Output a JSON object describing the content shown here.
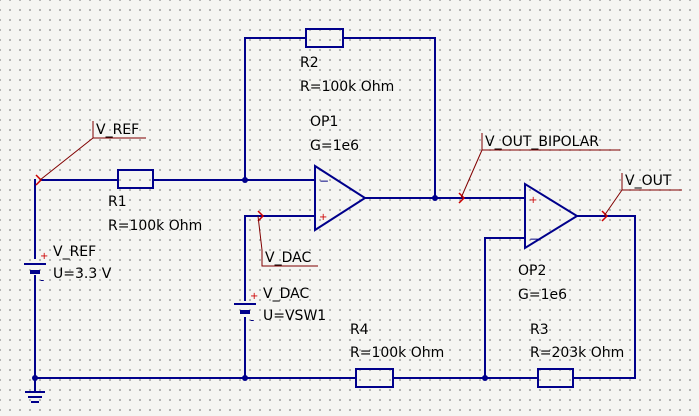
{
  "components": {
    "R1": {
      "name": "R1",
      "value": "R=100k Ohm"
    },
    "R2": {
      "name": "R2",
      "value": "R=100k Ohm"
    },
    "R3": {
      "name": "R3",
      "value": "R=203k Ohm"
    },
    "R4": {
      "name": "R4",
      "value": "R=100k Ohm"
    },
    "OP1": {
      "name": "OP1",
      "gain": "G=1e6"
    },
    "OP2": {
      "name": "OP2",
      "gain": "G=1e6"
    },
    "VREF_SRC": {
      "name": "V_REF",
      "value": "U=3.3 V"
    },
    "VDAC_SRC": {
      "name": "V_DAC",
      "value": "U=VSW1"
    }
  },
  "nets": {
    "v_ref": "V_REF",
    "v_dac": "V_DAC",
    "v_out_bipolar": "V_OUT_BIPOLAR",
    "v_out": "V_OUT"
  },
  "symbols": {
    "plus": "+",
    "minus": "−",
    "pos_terminal": "+",
    "neg_terminal": "-"
  },
  "colors": {
    "wire": "#00008b",
    "label_line": "#800000",
    "port": "#cc0000",
    "background": "#f5f5f2"
  }
}
